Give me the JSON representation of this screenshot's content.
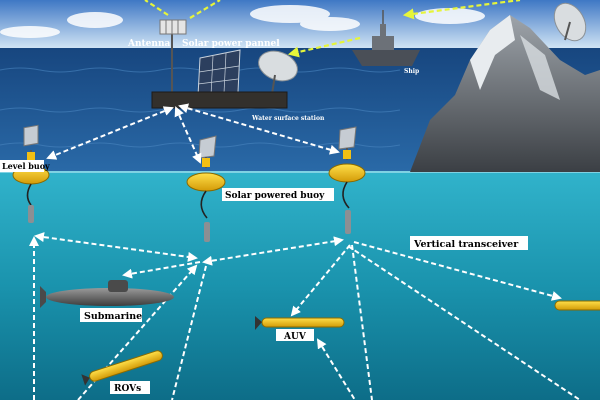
{
  "labels": {
    "antenna": "Antenna",
    "solar_panel": "Solar power pannel",
    "ship": "Ship",
    "water_surface_station": "Water surface station",
    "level_buoy": "Level buoy",
    "solar_buoy": "Solar powered buoy",
    "transceiver": "Vertical transceiver",
    "submarine": "Submarine",
    "auv": "AUV",
    "rovs": "ROVs"
  },
  "icons": [
    "antenna-icon",
    "solar-panel-icon",
    "satellite-dish-icon",
    "ship-icon",
    "mountain-icon",
    "buoy-icon",
    "submarine-icon",
    "auv-icon",
    "rov-icon"
  ],
  "colors": {
    "sky_top": "#3f78c4",
    "sky_bottom": "#cfe3f4",
    "ocean_surface": "#1d4f8a",
    "underwater_top": "#2aa9c4",
    "underwater_bottom": "#0f7390",
    "link_line": "#ffffff",
    "satellite_link": "#e6f53a",
    "buoy_yellow": "#f2c014",
    "label_bg": "#ffffff"
  }
}
